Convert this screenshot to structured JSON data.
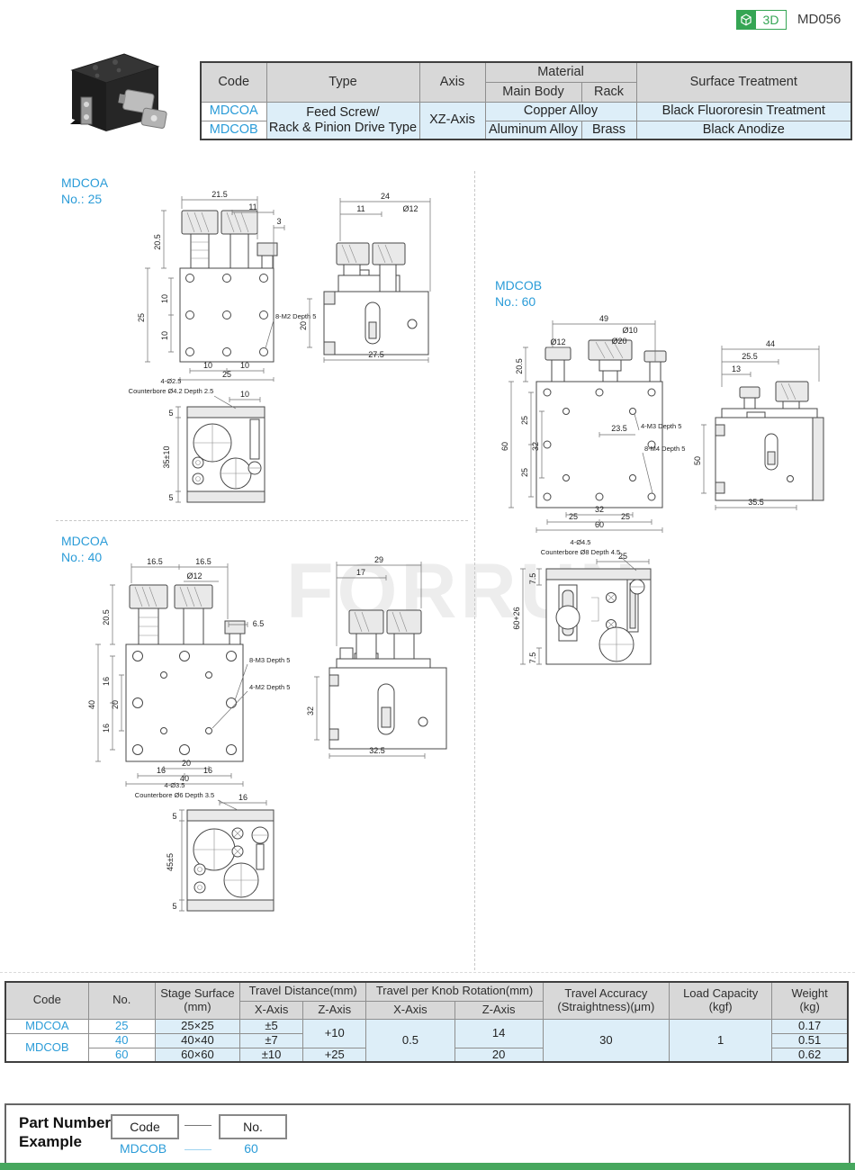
{
  "header": {
    "badge_3d": "3D",
    "doc_code": "MD056"
  },
  "top_table": {
    "h_code": "Code",
    "h_type": "Type",
    "h_axis": "Axis",
    "h_material": "Material",
    "h_main_body": "Main Body",
    "h_rack": "Rack",
    "h_surface": "Surface Treatment",
    "type_line1": "Feed Screw/",
    "type_line2": "Rack & Pinion Drive Type",
    "axis_value": "XZ-Axis",
    "rows": [
      {
        "code": "MDCOA",
        "material": "Copper Alloy",
        "surface": "Black Fluororesin Treatment"
      },
      {
        "code": "MDCOB",
        "main_body": "Aluminum Alloy",
        "rack": "Brass",
        "surface": "Black Anodize"
      }
    ]
  },
  "watermark": "FORRUN",
  "drawings": {
    "a25": {
      "code": "MDCOA",
      "no": "No.: 25",
      "front": {
        "top1": "21.5",
        "top2": "11",
        "top3": "3",
        "left1": "20.5",
        "left2": "25",
        "in1": "10",
        "in2": "10",
        "bot1": "10",
        "bot2": "10",
        "bot3": "25",
        "note": "8-M2 Depth 5"
      },
      "side": {
        "top1": "24",
        "top2": "11",
        "top3": "Ø12",
        "left1": "20",
        "bot1": "27.5"
      },
      "bottom": {
        "note1": "4-Ø2.5",
        "note2": "Counterbore Ø4.2 Depth 2.5",
        "top1": "10",
        "left1": "5",
        "left2": "35±10",
        "left3": "5"
      }
    },
    "b60": {
      "code": "MDCOB",
      "no": "No.: 60",
      "front": {
        "top1": "49",
        "top2": "Ø10",
        "top3": "Ø20",
        "top4": "Ø12",
        "left1": "20.5",
        "left2": "60",
        "left3": "25",
        "left4": "32",
        "left5": "25",
        "in1": "23.5",
        "note1": "4-M3 Depth 5",
        "note2": "8-M4 Depth 5",
        "bot1": "32",
        "bot2": "25",
        "bot3": "25",
        "bot4": "60"
      },
      "side": {
        "top1": "44",
        "top2": "25.5",
        "top3": "13",
        "left1": "50",
        "bot1": "35.5"
      },
      "bottom": {
        "note1": "4-Ø4.5",
        "note2": "Counterbore Ø8 Depth 4.5",
        "top1": "25",
        "left1": "7.5",
        "left2": "60+26",
        "left3": "7.5"
      }
    },
    "a40": {
      "code": "MDCOA",
      "no": "No.: 40",
      "front": {
        "top1": "16.5",
        "top2": "16.5",
        "top3": "Ø12",
        "right1": "6.5",
        "left1": "20.5",
        "left2": "40",
        "left3": "16",
        "left4": "20",
        "left5": "16",
        "note1": "8-M3 Depth 5",
        "note2": "4-M2 Depth 5",
        "bot1": "20",
        "bot2": "16",
        "bot3": "16",
        "bot4": "40"
      },
      "side": {
        "top1": "29",
        "top2": "17",
        "left1": "32",
        "bot1": "32.5"
      },
      "bottom": {
        "note1": "4-Ø3.5",
        "note2": "Counterbore Ø6 Depth 3.5",
        "top1": "16",
        "left1": "5",
        "left2": "45±5",
        "left3": "5"
      }
    }
  },
  "spec_table": {
    "h_code": "Code",
    "h_no": "No.",
    "h_stage1": "Stage Surface",
    "h_stage2": "(mm)",
    "h_travel": "Travel Distance(mm)",
    "h_knob": "Travel per Knob Rotation(mm)",
    "h_x": "X-Axis",
    "h_z": "Z-Axis",
    "h_acc1": "Travel Accuracy",
    "h_acc2": "(Straightness)(μm)",
    "h_load1": "Load Capacity",
    "h_load2": "(kgf)",
    "h_w1": "Weight",
    "h_w2": "(kg)",
    "code1": "MDCOA",
    "code2": "MDCOB",
    "rows": [
      {
        "no": "25",
        "stage": "25×25",
        "x": "±5",
        "w": "0.17"
      },
      {
        "no": "40",
        "stage": "40×40",
        "x": "±7",
        "w": "0.51"
      },
      {
        "no": "60",
        "stage": "60×60",
        "x": "±10",
        "w": "0.62"
      }
    ],
    "z12": "+10",
    "z3": "+25",
    "knob_x": "0.5",
    "knob_z12": "14",
    "knob_z3": "20",
    "acc": "30",
    "load": "1"
  },
  "part_number": {
    "title1": "Part Number",
    "title2": "Example",
    "code_label": "Code",
    "no_label": "No.",
    "example_code": "MDCOB",
    "example_no": "60"
  }
}
